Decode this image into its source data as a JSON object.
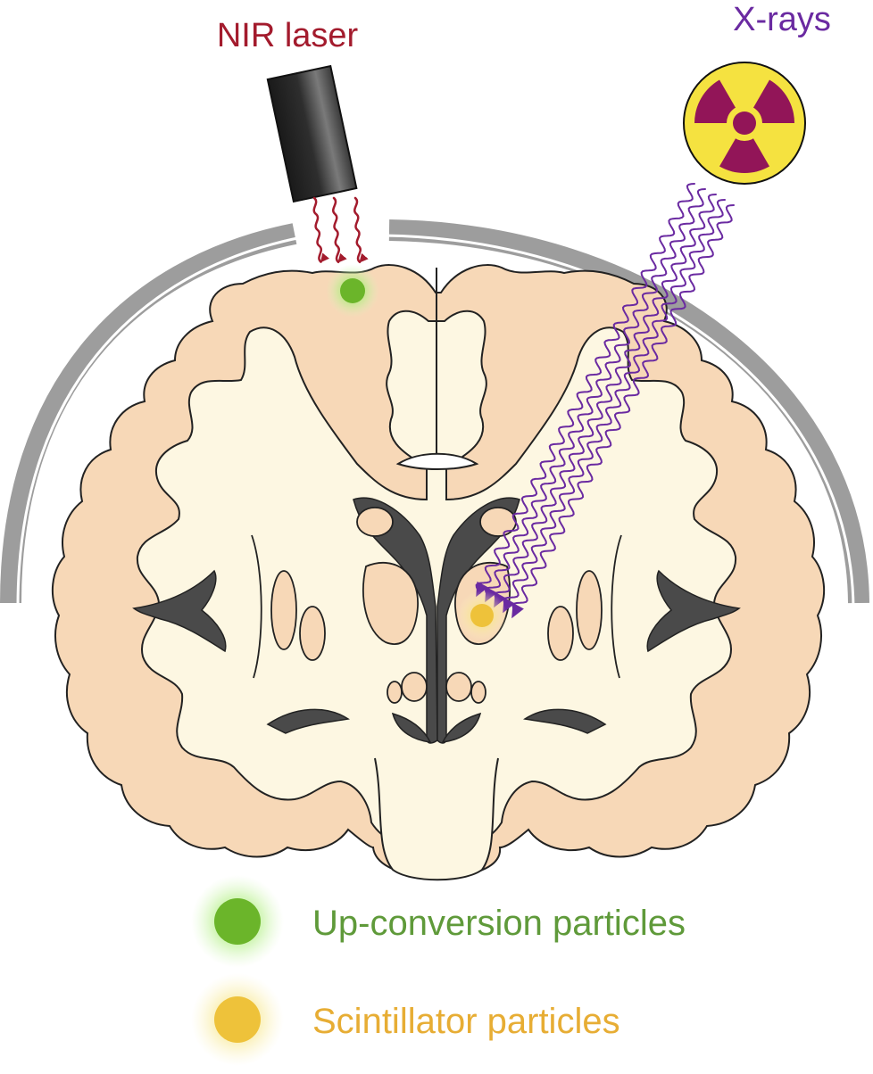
{
  "labels": {
    "nir_laser": "NIR laser",
    "xrays": "X-rays"
  },
  "legend": [
    {
      "label": "Up-conversion particles",
      "color": "#6bb52a",
      "glow": "#8fe35a"
    },
    {
      "label": "Scintillator particles",
      "color": "#eec23a",
      "glow": "#f7df6a"
    }
  ],
  "colors": {
    "nir": "#a31b2d",
    "xray": "#6a2aa1",
    "radiation_bg": "#f5e240",
    "radiation_fg": "#921558",
    "cortex": "#f7d8b7",
    "white_matter": "#fdf7e2",
    "ventricle": "#4a4a4a",
    "skull": "#9d9d9d"
  },
  "icons": {
    "laser": "laser-device-icon",
    "radiation": "radiation-trefoil-icon"
  }
}
